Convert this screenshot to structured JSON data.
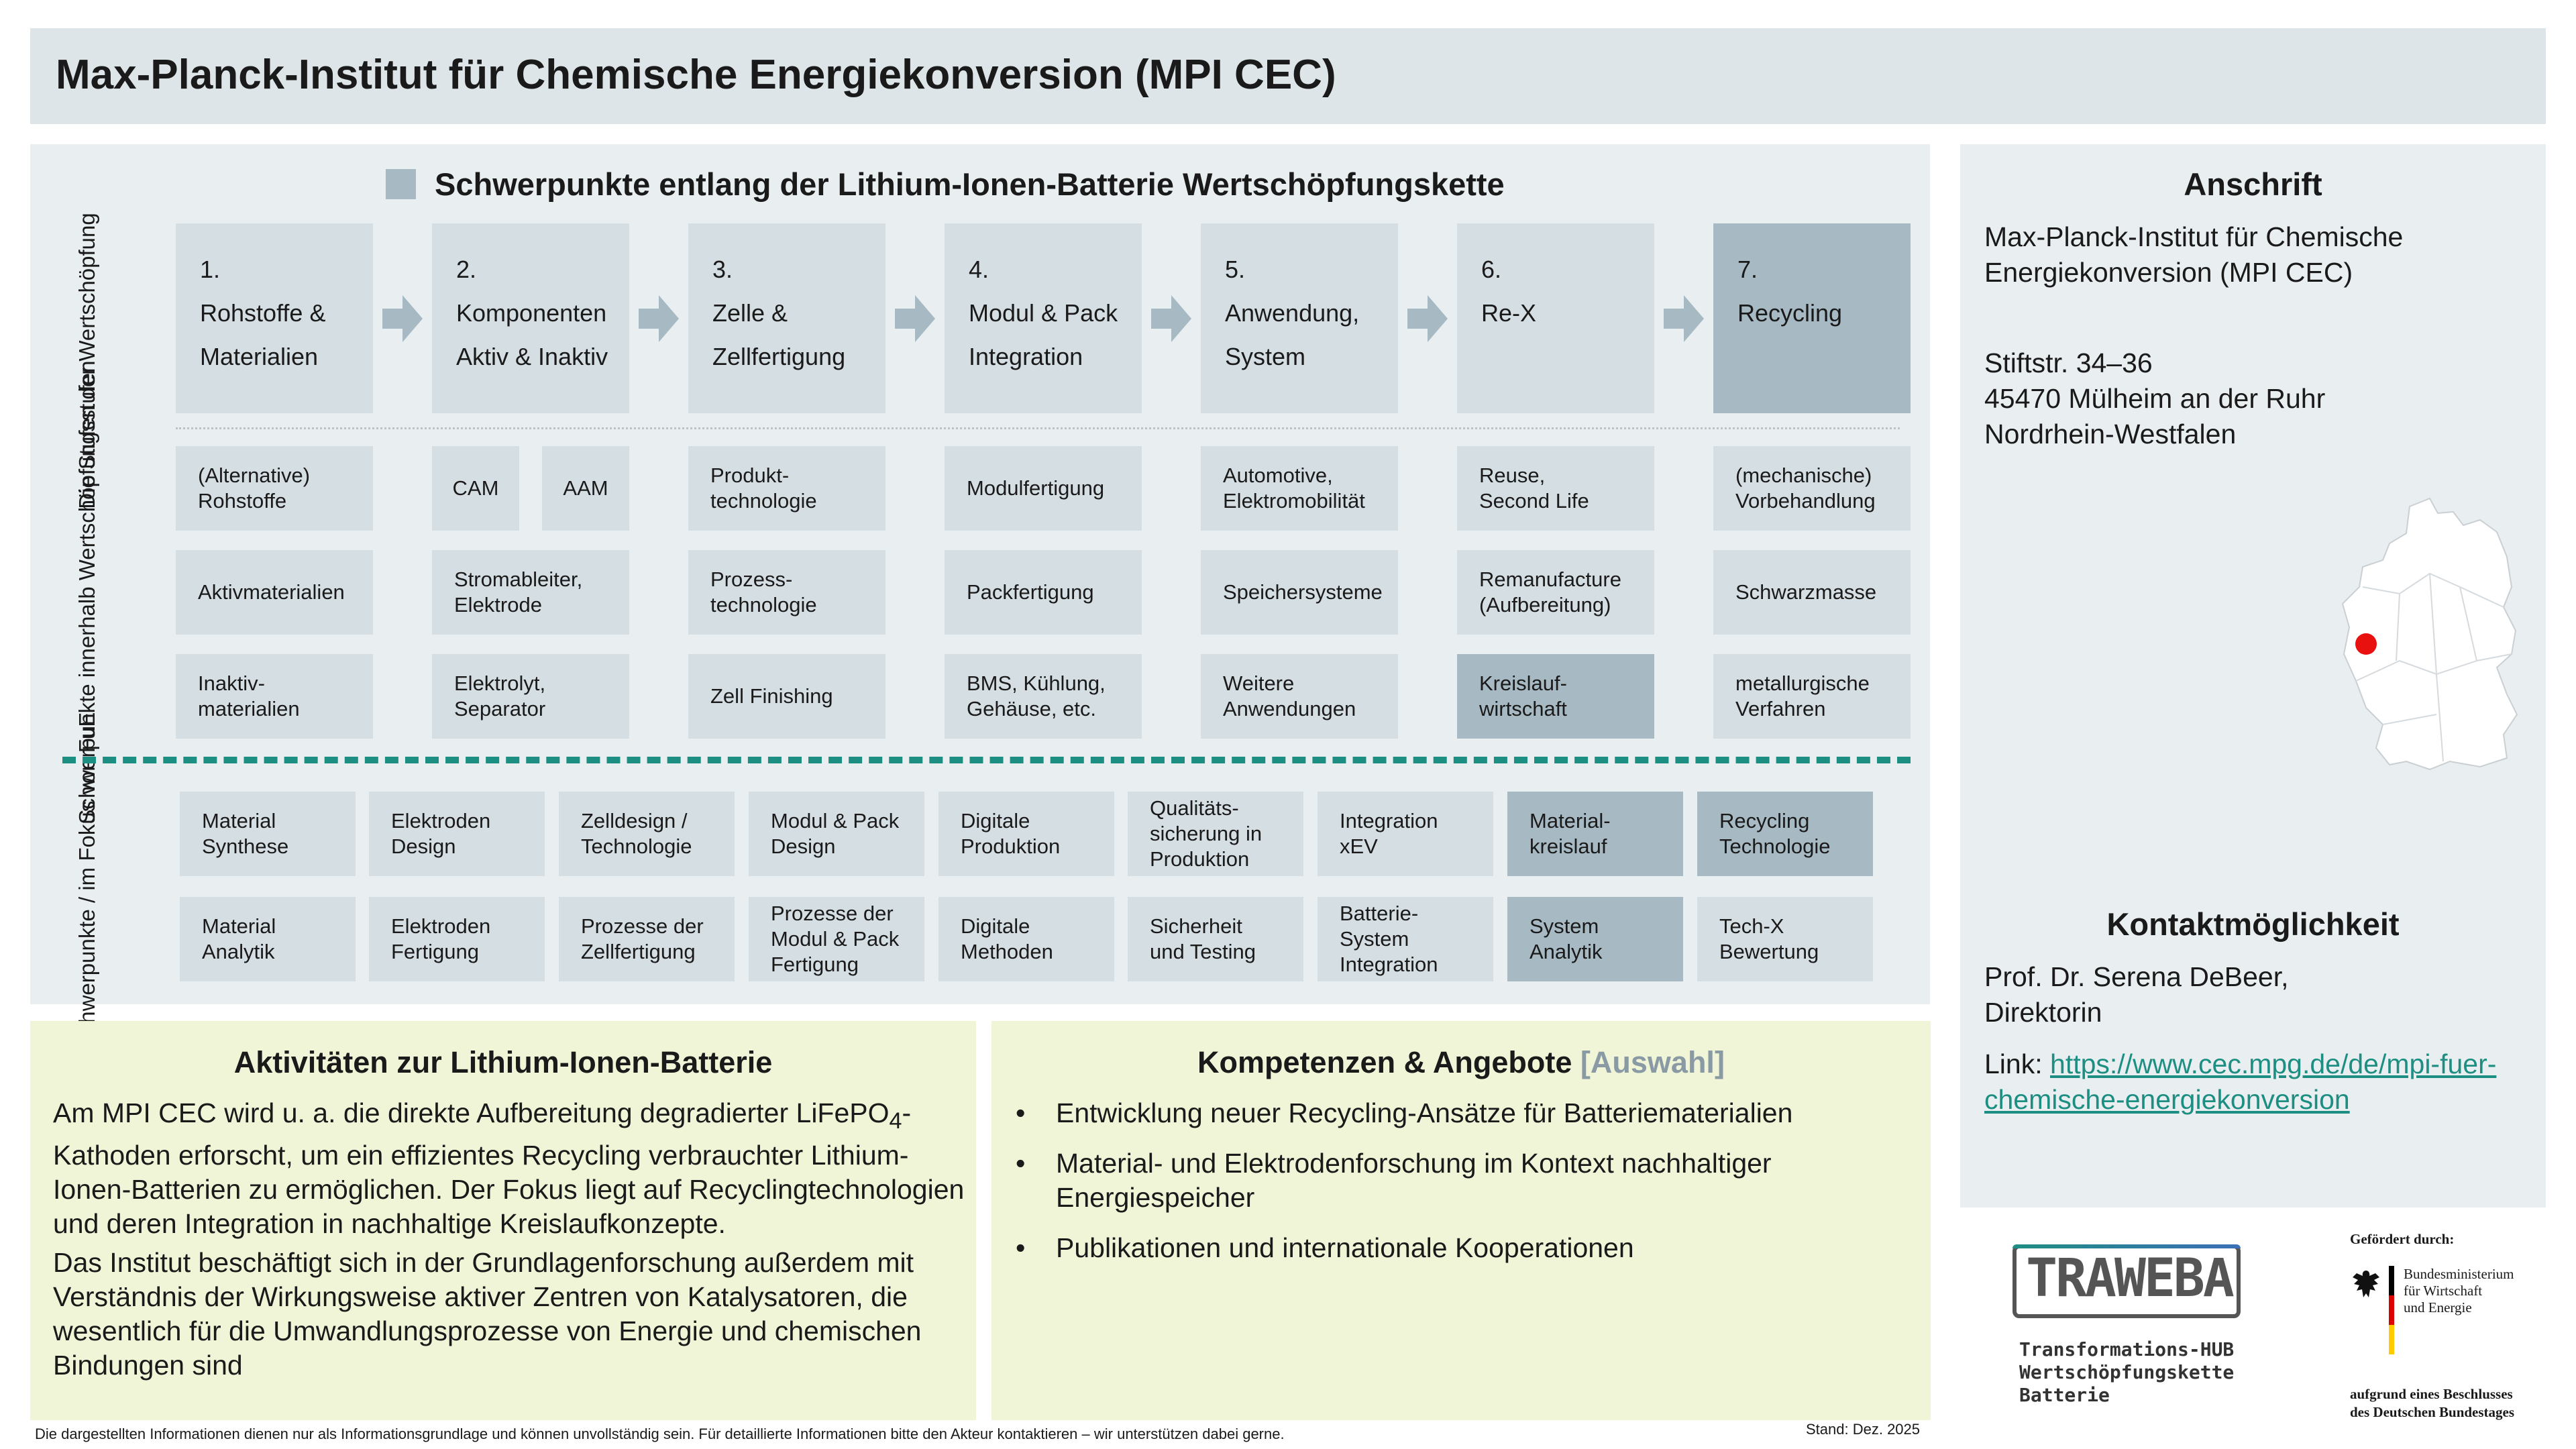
{
  "title": "Max-Planck-Institut für Chemische Energiekonversion (MPI CEC)",
  "value_chain": {
    "heading": "Schwerpunkte entlang der Lithium-Ionen-Batterie Wertschöpfungskette",
    "label_stages": "Die Stufen der\nWertschöpfung",
    "label_focus": "Schwerpunkte innerhalb\nWertschöpfungsstufen",
    "label_rnd": "Schwerpunkte /\nim Fokus  von FuE",
    "stages": [
      {
        "num": "1.",
        "line1": "Rohstoffe &",
        "line2": "Materialien"
      },
      {
        "num": "2.",
        "line1": "Komponenten",
        "line2": "Aktiv & Inaktiv"
      },
      {
        "num": "3.",
        "line1": "Zelle &",
        "line2": "Zellfertigung"
      },
      {
        "num": "4.",
        "line1": "Modul & Pack",
        "line2": "Integration"
      },
      {
        "num": "5.",
        "line1": "Anwendung,",
        "line2": "System"
      },
      {
        "num": "6.",
        "line1": "Re-X",
        "line2": ""
      },
      {
        "num": "7.",
        "line1": "Recycling",
        "line2": ""
      }
    ],
    "focus": [
      [
        "(Alternative)\nRohstoffe",
        "CAM",
        "AAM",
        "Produkt-\ntechnologie",
        "Modulfertigung",
        "Automotive,\nElektromobilität",
        "Reuse,\nSecond Life",
        "(mechanische)\nVorbehandlung"
      ],
      [
        "Aktivmaterialien",
        "Stromableiter,\nElektrode",
        "Prozess-\ntechnologie",
        "Packfertigung",
        "Speichersysteme",
        "Remanufacture\n(Aufbereitung)",
        "Schwarzmasse"
      ],
      [
        "Inaktiv-\nmaterialien",
        "Elektrolyt,\nSeparator",
        "Zell Finishing",
        "BMS, Kühlung,\nGehäuse, etc.",
        "Weitere\nAnwendungen",
        "Kreislauf-\nwirtschaft",
        "metallurgische\nVerfahren"
      ]
    ],
    "rnd": [
      [
        "Material\nSynthese",
        "Elektroden\nDesign",
        "Zelldesign /\nTechnologie",
        "Modul & Pack\nDesign",
        "Digitale\nProduktion",
        "Qualitäts-\nsicherung in\nProduktion",
        "Integration\nxEV",
        "Material-\nkreislauf",
        "Recycling\nTechnologie"
      ],
      [
        "Material\nAnalytik",
        "Elektroden\nFertigung",
        "Prozesse der\nZellfertigung",
        "Prozesse der\nModul & Pack\nFertigung",
        "Digitale\nMethoden",
        "Sicherheit\nund Testing",
        "Batterie-\nSystem\nIntegration",
        "System\nAnalytik",
        "Tech-X\nBewertung"
      ]
    ]
  },
  "activities": {
    "title": "Aktivitäten zur Lithium-Ionen-Batterie",
    "p1_pre": "Am MPI CEC wird u. a. die direkte Aufbereitung degradierter LiFePO",
    "p1_sub": "4",
    "p1_post": "-Kathoden erforscht, um ein effizientes Recycling verbrauchter Lithium-Ionen-Batterien zu ermöglichen. Der Fokus liegt auf Recyclingtechnologien und deren Integration in nachhaltige Kreislaufkonzepte.",
    "p2": "Das Institut beschäftigt sich in der Grundlagenforschung außerdem mit Verständnis der Wirkungsweise aktiver Zentren von Katalysatoren, die wesentlich für die Umwandlungsprozesse von Energie und chemischen Bindungen sind"
  },
  "competences": {
    "title": "Kompetenzen & Angebote",
    "title_suffix": "[Auswahl]",
    "items": [
      "Entwicklung neuer Recycling-Ansätze für Batteriematerialien",
      "Material- und Elektrodenforschung im Kontext nachhaltiger Energiespeicher",
      "Publikationen und internationale Kooperationen"
    ]
  },
  "address": {
    "heading": "Anschrift",
    "name": "Max-Planck-Institut für Chemische Energiekonversion (MPI CEC)",
    "street": "Stiftstr. 34–36",
    "city": "45470 Mülheim an der Ruhr",
    "state": "Nordrhein-Westfalen"
  },
  "contact": {
    "heading": "Kontaktmöglichkeit",
    "person": "Prof. Dr. Serena DeBeer,",
    "role": "Direktorin",
    "link_label": "Link:",
    "link_line1": "https://www.cec.mpg.de/de/mpi-fuer-",
    "link_line2": "chemische-energiekonversion"
  },
  "logos": {
    "traweba": "TRAWEBA",
    "traweba_sub": "Transformations-HUB\nWertschöpfungskette\nBatterie",
    "funded_by": "Gefördert durch:",
    "ministry_1": "Bundesministerium",
    "ministry_2": "für Wirtschaft",
    "ministry_3": "und Energie",
    "resolution_1": "aufgrund eines Beschlusses",
    "resolution_2": "des Deutschen Bundestages"
  },
  "footer": {
    "disclaimer": "Die dargestellten Informationen dienen nur als Informationsgrundlage und können unvollständig sein. Für detaillierte Informationen bitte den Akteur kontaktieren – wir unterstützen dabei gerne.",
    "stand": "Stand: Dez. 2025"
  },
  "colors": {
    "panel": "#e9eef1",
    "box": "#d5dee3",
    "highlight": "#a7b9c3",
    "green_panel": "#f0f5d8",
    "teal": "#1d8e82"
  }
}
